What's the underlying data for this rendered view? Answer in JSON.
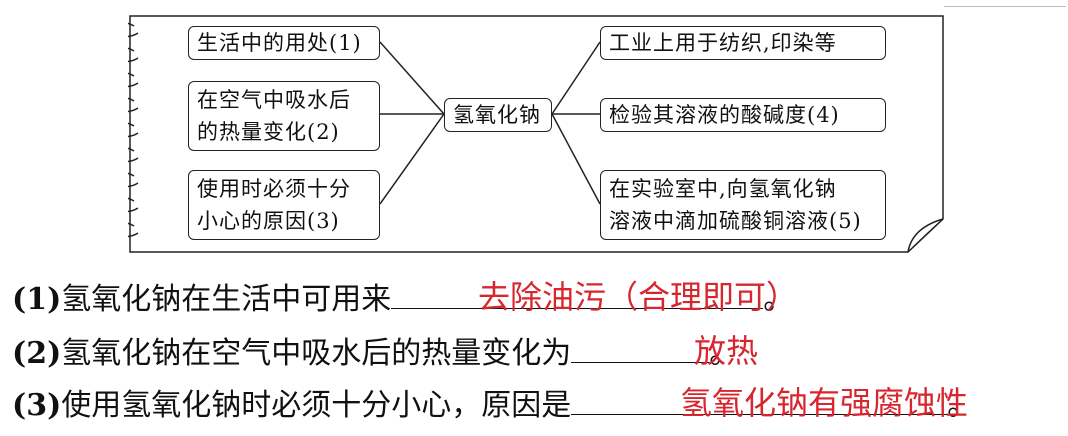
{
  "map": {
    "center": "氢氧化钠",
    "left": [
      {
        "lines": [
          "生活中的用处(1)"
        ]
      },
      {
        "lines": [
          "在空气中吸水后",
          "的热量变化(2)"
        ]
      },
      {
        "lines": [
          "使用时必须十分",
          "小心的原因(3)"
        ]
      }
    ],
    "right": [
      {
        "lines": [
          "工业上用于纺织,印染等"
        ]
      },
      {
        "lines": [
          "检验其溶液的酸碱度(4)"
        ]
      },
      {
        "lines": [
          "在实验室中,向氢氧化钠",
          "溶液中滴加硫酸铜溶液(5)"
        ]
      }
    ]
  },
  "questions": [
    {
      "num": "(1)",
      "text": "氢氧化钠在生活中可用来",
      "answer": "去除油污（合理即可）",
      "end": "。"
    },
    {
      "num": "(2)",
      "text": "氢氧化钠在空气中吸水后的热量变化为",
      "answer": "放热",
      "end": "。"
    },
    {
      "num": "(3)",
      "text": "使用氢氧化钠时必须十分小心，原因是",
      "answer": "氢氧化钠有强腐蚀性",
      "end": "。"
    }
  ],
  "colors": {
    "answer": "#d8262e",
    "frame": "#222222"
  }
}
